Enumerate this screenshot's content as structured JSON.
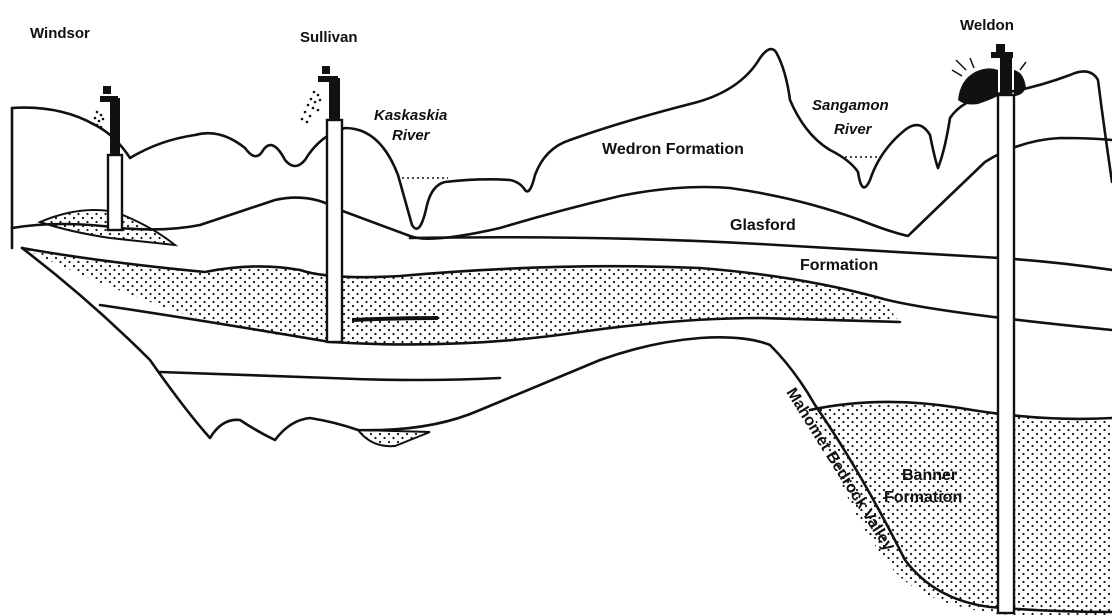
{
  "places": {
    "windsor": "Windsor",
    "sullivan": "Sullivan",
    "weldon": "Weldon"
  },
  "rivers": {
    "kaskaskia_line1": "Kaskaskia",
    "kaskaskia_line2": "River",
    "sangamon_line1": "Sangamon",
    "sangamon_line2": "River"
  },
  "formations": {
    "wedron": "Wedron Formation",
    "glasford_line1": "Glasford",
    "glasford_line2": "Formation",
    "banner_line1": "Banner",
    "banner_line2": "Formation"
  },
  "valley": {
    "mahomet": "Mahomet Bedrock Valley"
  },
  "colors": {
    "ink": "#111111",
    "paper": "#ffffff"
  }
}
